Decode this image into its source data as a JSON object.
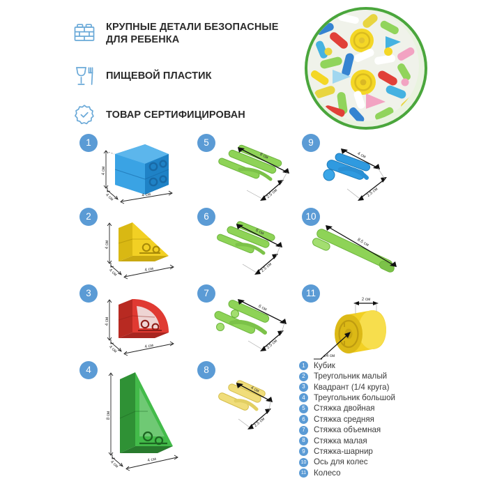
{
  "features": [
    {
      "icon": "lego-brick-icon",
      "text": "КРУПНЫЕ ДЕТАЛИ БЕЗОПАСНЫЕ ДЛЯ РЕБЕНКА"
    },
    {
      "icon": "food-safe-glass-fork-icon",
      "text": "ПИЩЕВОЙ ПЛАСТИК"
    },
    {
      "icon": "certified-badge-icon",
      "text": "ТОВАР СЕРТИФИЦИРОВАН"
    }
  ],
  "hero": {
    "name": "product-photo-circle",
    "alt": "Россыпь разноцветных деталей конструктора",
    "ring_color": "#4aa63c"
  },
  "colors": {
    "badge_blue": "#5b9bd5",
    "icon_blue": "#6aa9d8",
    "text_dark": "#2b2b2b",
    "legend_text": "#3a3a3a",
    "piece_blue": "#2f9ae0",
    "piece_yellow": "#f2d024",
    "piece_red": "#e03a32",
    "piece_green": "#43bb4a",
    "piece_lightgreen": "#8ed357"
  },
  "items": [
    {
      "num": "1",
      "color_name": "blue",
      "hex": "#2f9ae0",
      "shape": "cube",
      "dims": [
        {
          "label": "4 см",
          "axis": "height"
        },
        {
          "label": "4 см",
          "axis": "depth"
        },
        {
          "label": "4 см",
          "axis": "width"
        }
      ]
    },
    {
      "num": "2",
      "color_name": "yellow",
      "hex": "#f2d024",
      "shape": "triangle-small",
      "dims": [
        {
          "label": "4 см",
          "axis": "height"
        },
        {
          "label": "4 см",
          "axis": "depth"
        },
        {
          "label": "4 см",
          "axis": "width"
        }
      ]
    },
    {
      "num": "3",
      "color_name": "red",
      "hex": "#e03a32",
      "shape": "quadrant",
      "dims": [
        {
          "label": "4 см",
          "axis": "height"
        },
        {
          "label": "4 см",
          "axis": "depth"
        },
        {
          "label": "4 см",
          "axis": "width"
        }
      ]
    },
    {
      "num": "4",
      "color_name": "green",
      "hex": "#43bb4a",
      "shape": "triangle-large",
      "dims": [
        {
          "label": "8 см",
          "axis": "height"
        },
        {
          "label": "4 см",
          "axis": "depth"
        },
        {
          "label": "4 см",
          "axis": "width"
        }
      ]
    },
    {
      "num": "5",
      "color_name": "lightgreen",
      "hex": "#8ed357",
      "shape": "tie-double",
      "dims": [
        {
          "label": "8 см",
          "axis": "length"
        },
        {
          "label": "2.5 см",
          "axis": "width"
        }
      ]
    },
    {
      "num": "6",
      "color_name": "lightgreen",
      "hex": "#8ed357",
      "shape": "tie-medium",
      "dims": [
        {
          "label": "6 см",
          "axis": "length"
        },
        {
          "label": "2.5 см",
          "axis": "width"
        }
      ]
    },
    {
      "num": "7",
      "color_name": "lightgreen",
      "hex": "#8ed357",
      "shape": "tie-volumetric",
      "dims": [
        {
          "label": "6 см",
          "axis": "length"
        },
        {
          "label": "2.5 см",
          "axis": "width"
        }
      ]
    },
    {
      "num": "8",
      "color_name": "yellow",
      "hex": "#f0dd7a",
      "shape": "tie-small",
      "dims": [
        {
          "label": "4 см",
          "axis": "length"
        },
        {
          "label": "2.5 см",
          "axis": "width"
        }
      ]
    },
    {
      "num": "9",
      "color_name": "blue",
      "hex": "#2f9ae0",
      "shape": "tie-hinge",
      "dims": [
        {
          "label": "4 см",
          "axis": "length"
        },
        {
          "label": "2.5 см",
          "axis": "width"
        }
      ]
    },
    {
      "num": "10",
      "color_name": "lightgreen",
      "hex": "#8ed357",
      "shape": "axle",
      "dims": [
        {
          "label": "8.5 см",
          "axis": "length"
        }
      ]
    },
    {
      "num": "11",
      "color_name": "yellow",
      "hex": "#f2d024",
      "shape": "wheel",
      "dims": [
        {
          "label": "2 см",
          "axis": "width"
        },
        {
          "label": "⌀4 см",
          "axis": "diameter"
        }
      ]
    }
  ],
  "legend": [
    {
      "num": "1",
      "label": "Кубик"
    },
    {
      "num": "2",
      "label": "Треугольник малый"
    },
    {
      "num": "3",
      "label": "Квадрант (1/4 круга)"
    },
    {
      "num": "4",
      "label": "Треугольник большой"
    },
    {
      "num": "5",
      "label": "Стяжка двойная"
    },
    {
      "num": "6",
      "label": "Стяжка средняя"
    },
    {
      "num": "7",
      "label": "Стяжка объемная"
    },
    {
      "num": "8",
      "label": "Стяжка малая"
    },
    {
      "num": "9",
      "label": "Стяжка-шарнир"
    },
    {
      "num": "10",
      "label": "Ось для колес"
    },
    {
      "num": "11",
      "label": "Колесо"
    }
  ]
}
